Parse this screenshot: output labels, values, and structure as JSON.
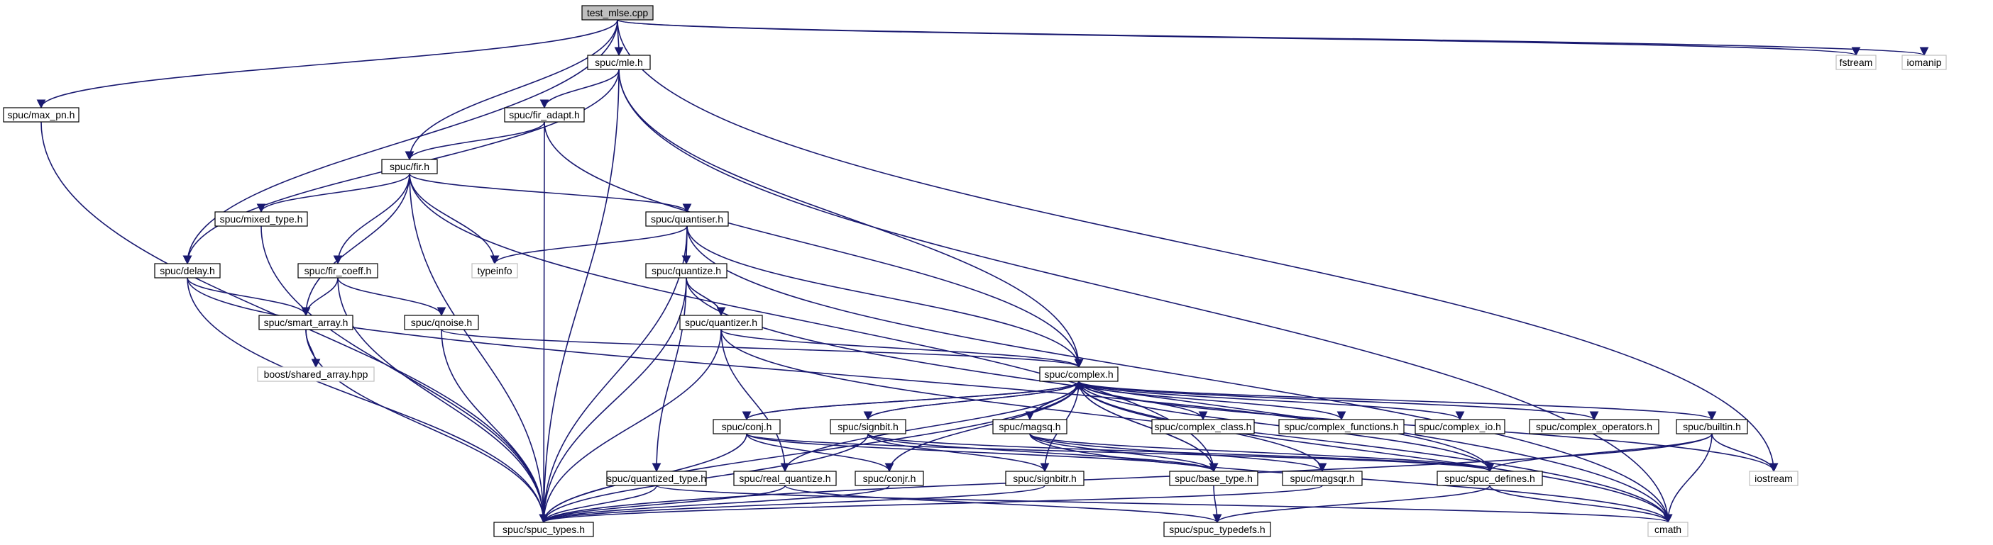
{
  "nodes": {
    "test_mlse": {
      "label": "test_mlse.cpp",
      "kind": "root"
    },
    "mle": {
      "label": "spuc/mle.h",
      "kind": "file"
    },
    "fstream": {
      "label": "fstream",
      "kind": "missing"
    },
    "iomanip": {
      "label": "iomanip",
      "kind": "missing"
    },
    "max_pn": {
      "label": "spuc/max_pn.h",
      "kind": "file"
    },
    "fir_adapt": {
      "label": "spuc/fir_adapt.h",
      "kind": "file"
    },
    "fir": {
      "label": "spuc/fir.h",
      "kind": "file"
    },
    "mixed_type": {
      "label": "spuc/mixed_type.h",
      "kind": "file"
    },
    "quantiser": {
      "label": "spuc/quantiser.h",
      "kind": "file"
    },
    "delay": {
      "label": "spuc/delay.h",
      "kind": "file"
    },
    "fir_coeff": {
      "label": "spuc/fir_coeff.h",
      "kind": "file"
    },
    "typeinfo": {
      "label": "typeinfo",
      "kind": "missing"
    },
    "quantize": {
      "label": "spuc/quantize.h",
      "kind": "file"
    },
    "smart_array": {
      "label": "spuc/smart_array.h",
      "kind": "file"
    },
    "qnoise": {
      "label": "spuc/qnoise.h",
      "kind": "file"
    },
    "quantizer": {
      "label": "spuc/quantizer.h",
      "kind": "file"
    },
    "boost_shared": {
      "label": "boost/shared_array.hpp",
      "kind": "missing"
    },
    "complex": {
      "label": "spuc/complex.h",
      "kind": "file"
    },
    "conj": {
      "label": "spuc/conj.h",
      "kind": "file"
    },
    "signbit": {
      "label": "spuc/signbit.h",
      "kind": "file"
    },
    "magsq": {
      "label": "spuc/magsq.h",
      "kind": "file"
    },
    "complex_class": {
      "label": "spuc/complex_class.h",
      "kind": "file"
    },
    "complex_functions": {
      "label": "spuc/complex_functions.h",
      "kind": "file"
    },
    "complex_io": {
      "label": "spuc/complex_io.h",
      "kind": "file"
    },
    "complex_operators": {
      "label": "spuc/complex_operators.h",
      "kind": "file"
    },
    "builtin": {
      "label": "spuc/builtin.h",
      "kind": "file"
    },
    "quantized_type": {
      "label": "spuc/quantized_type.h",
      "kind": "file"
    },
    "real_quantize": {
      "label": "spuc/real_quantize.h",
      "kind": "file"
    },
    "conjr": {
      "label": "spuc/conjr.h",
      "kind": "file"
    },
    "signbitr": {
      "label": "spuc/signbitr.h",
      "kind": "file"
    },
    "base_type": {
      "label": "spuc/base_type.h",
      "kind": "file"
    },
    "magsqr": {
      "label": "spuc/magsqr.h",
      "kind": "file"
    },
    "spuc_defines": {
      "label": "spuc/spuc_defines.h",
      "kind": "file"
    },
    "iostream": {
      "label": "iostream",
      "kind": "missing"
    },
    "spuc_types": {
      "label": "spuc/spuc_types.h",
      "kind": "file"
    },
    "spuc_typedefs": {
      "label": "spuc/spuc_typedefs.h",
      "kind": "file"
    },
    "cmath": {
      "label": "cmath",
      "kind": "missing"
    }
  },
  "edges": [
    [
      "test_mlse",
      "mle"
    ],
    [
      "test_mlse",
      "fstream"
    ],
    [
      "test_mlse",
      "iomanip"
    ],
    [
      "test_mlse",
      "max_pn"
    ],
    [
      "test_mlse",
      "delay"
    ],
    [
      "test_mlse",
      "fir"
    ],
    [
      "test_mlse",
      "iostream"
    ],
    [
      "mle",
      "fir_adapt"
    ],
    [
      "mle",
      "delay"
    ],
    [
      "mle",
      "spuc_types"
    ],
    [
      "mle",
      "complex"
    ],
    [
      "mle",
      "cmath"
    ],
    [
      "max_pn",
      "spuc_types"
    ],
    [
      "fir_adapt",
      "fir"
    ],
    [
      "fir_adapt",
      "complex"
    ],
    [
      "fir_adapt",
      "spuc_types"
    ],
    [
      "fir",
      "mixed_type"
    ],
    [
      "fir",
      "quantiser"
    ],
    [
      "fir",
      "fir_coeff"
    ],
    [
      "fir",
      "typeinfo"
    ],
    [
      "fir",
      "smart_array"
    ],
    [
      "fir",
      "spuc_types"
    ],
    [
      "fir",
      "base_type"
    ],
    [
      "mixed_type",
      "spuc_types"
    ],
    [
      "quantiser",
      "typeinfo"
    ],
    [
      "quantiser",
      "quantize"
    ],
    [
      "quantiser",
      "complex"
    ],
    [
      "quantiser",
      "spuc_types"
    ],
    [
      "quantiser",
      "cmath"
    ],
    [
      "delay",
      "smart_array"
    ],
    [
      "delay",
      "spuc_types"
    ],
    [
      "delay",
      "spuc_defines"
    ],
    [
      "fir_coeff",
      "smart_array"
    ],
    [
      "fir_coeff",
      "qnoise"
    ],
    [
      "fir_coeff",
      "spuc_types"
    ],
    [
      "quantize",
      "quantizer"
    ],
    [
      "quantize",
      "quantized_type"
    ],
    [
      "quantize",
      "spuc_types"
    ],
    [
      "quantize",
      "cmath"
    ],
    [
      "smart_array",
      "boost_shared"
    ],
    [
      "smart_array",
      "spuc_types"
    ],
    [
      "qnoise",
      "complex"
    ],
    [
      "qnoise",
      "spuc_types"
    ],
    [
      "quantizer",
      "complex"
    ],
    [
      "quantizer",
      "real_quantize"
    ],
    [
      "quantizer",
      "spuc_types"
    ],
    [
      "quantizer",
      "cmath"
    ],
    [
      "complex",
      "conj"
    ],
    [
      "complex",
      "signbit"
    ],
    [
      "complex",
      "magsq"
    ],
    [
      "complex",
      "complex_class"
    ],
    [
      "complex",
      "complex_functions"
    ],
    [
      "complex",
      "complex_io"
    ],
    [
      "complex",
      "complex_operators"
    ],
    [
      "complex",
      "builtin"
    ],
    [
      "complex",
      "iostream"
    ],
    [
      "complex",
      "cmath"
    ],
    [
      "complex",
      "base_type"
    ],
    [
      "complex",
      "spuc_types"
    ],
    [
      "complex",
      "spuc_defines"
    ],
    [
      "conj",
      "conjr"
    ],
    [
      "conj",
      "base_type"
    ],
    [
      "conj",
      "spuc_types"
    ],
    [
      "conj",
      "spuc_defines"
    ],
    [
      "conj",
      "complex"
    ],
    [
      "signbit",
      "signbitr"
    ],
    [
      "signbit",
      "base_type"
    ],
    [
      "signbit",
      "spuc_types"
    ],
    [
      "signbit",
      "spuc_defines"
    ],
    [
      "signbit",
      "complex"
    ],
    [
      "magsq",
      "magsqr"
    ],
    [
      "magsq",
      "base_type"
    ],
    [
      "magsq",
      "spuc_defines"
    ],
    [
      "magsq",
      "cmath"
    ],
    [
      "magsq",
      "complex"
    ],
    [
      "builtin",
      "spuc_defines"
    ],
    [
      "builtin",
      "iostream"
    ],
    [
      "builtin",
      "cmath"
    ],
    [
      "builtin",
      "spuc_types"
    ],
    [
      "quantized_type",
      "spuc_types"
    ],
    [
      "quantized_type",
      "cmath"
    ],
    [
      "real_quantize",
      "spuc_types"
    ],
    [
      "real_quantize",
      "complex"
    ],
    [
      "real_quantize",
      "spuc_typedefs"
    ],
    [
      "conjr",
      "spuc_types"
    ],
    [
      "conjr",
      "complex"
    ],
    [
      "signbitr",
      "spuc_types"
    ],
    [
      "signbitr",
      "complex"
    ],
    [
      "base_type",
      "spuc_typedefs"
    ],
    [
      "base_type",
      "complex"
    ],
    [
      "magsqr",
      "spuc_types"
    ],
    [
      "magsqr",
      "complex"
    ],
    [
      "spuc_defines",
      "cmath"
    ],
    [
      "spuc_defines",
      "spuc_typedefs"
    ]
  ]
}
